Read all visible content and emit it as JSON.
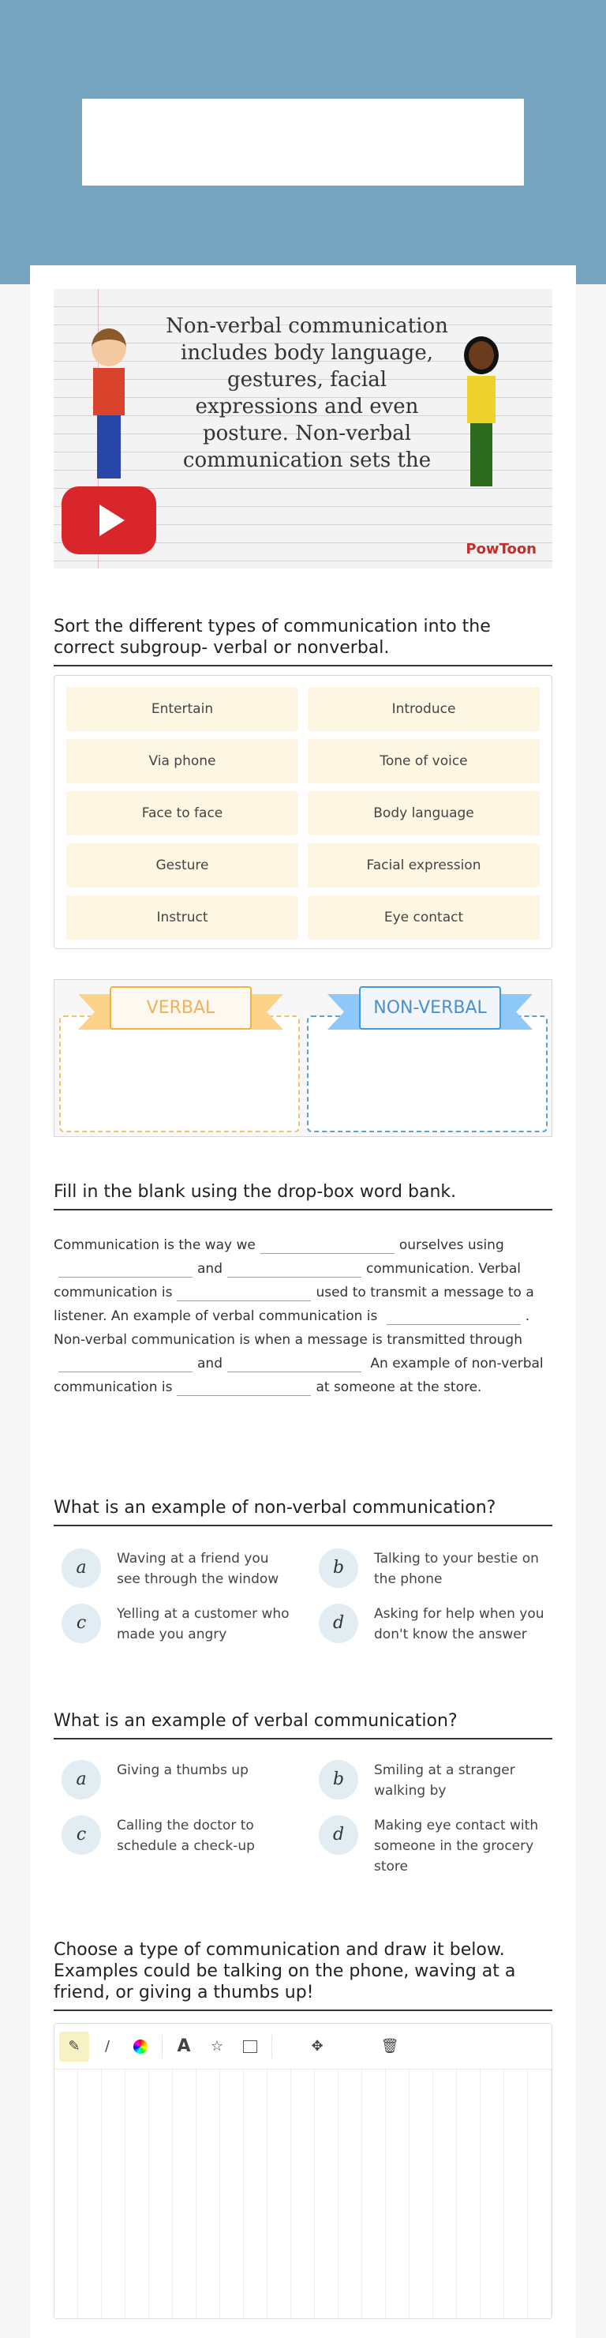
{
  "video": {
    "text": "Non-verbal communication includes body language, gestures, facial expressions and even posture. Non-verbal communication sets the",
    "brand": "PowToon",
    "play_icon": "youtube-play-icon"
  },
  "q1": {
    "title": "Sort the different types of communication into the correct subgroup- verbal or nonverbal.",
    "items": [
      "Entertain",
      "Introduce",
      "Via phone",
      "Tone of voice",
      "Face to face",
      "Body language",
      "Gesture",
      "Facial expression",
      "Instruct",
      "Eye contact"
    ],
    "categories": [
      {
        "label": "VERBAL",
        "color": "#f5a623"
      },
      {
        "label": "NON-VERBAL",
        "color": "#3d9be9"
      }
    ]
  },
  "q2": {
    "title": "Fill in the blank using the drop-box word bank.",
    "t1": "Communication is the way we",
    "t2": "ourselves using",
    "t3": "and",
    "t4": "communication.",
    "t5": "Verbal communication is",
    "t6": "used to transmit a message to a listener. An example of verbal communication is",
    "t7": ". Non-verbal communication is when a message is transmitted through",
    "t8": "and",
    "t9": "An example of non-verbal communication is",
    "t10": "at someone at the store."
  },
  "q3": {
    "title": "What is an example of non-verbal communication?",
    "options": [
      {
        "letter": "a",
        "text": "Waving at a friend you see through the window"
      },
      {
        "letter": "b",
        "text": "Talking to your bestie on the phone"
      },
      {
        "letter": "c",
        "text": "Yelling at a customer who made you angry"
      },
      {
        "letter": "d",
        "text": "Asking for help when you don't know the answer"
      }
    ]
  },
  "q4": {
    "title": "What is an example of verbal communication?",
    "options": [
      {
        "letter": "a",
        "text": "Giving a thumbs up"
      },
      {
        "letter": "b",
        "text": "Smiling at a stranger walking by"
      },
      {
        "letter": "c",
        "text": "Calling the doctor to schedule a check-up"
      },
      {
        "letter": "d",
        "text": "Making eye contact with someone in the grocery store"
      }
    ]
  },
  "q5": {
    "title": "Choose a type of communication and draw it below. Examples could be talking on the phone, waving at a friend, or giving a thumbs up!",
    "tools": {
      "pencil": "✎",
      "brush": "🖌",
      "text": "A",
      "star": "☆",
      "image": "🖼",
      "move": "✥",
      "trash": "🗑"
    }
  }
}
